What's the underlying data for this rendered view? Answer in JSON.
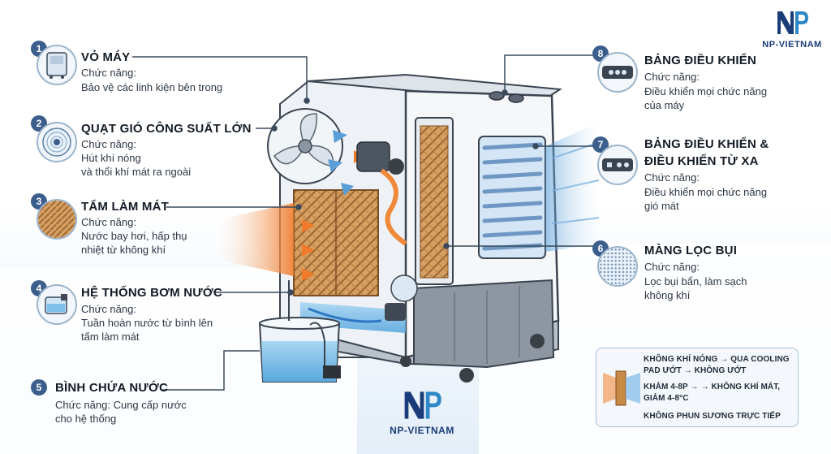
{
  "brand": {
    "logo_text": "NP-VIETNAM"
  },
  "callouts": [
    {
      "num": "1",
      "title": "VỎ MÁY",
      "sub": "Chức năng:",
      "desc": [
        "Bảo vệ các linh kiện bên trong"
      ],
      "icon": "casing-icon"
    },
    {
      "num": "2",
      "title": "QUẠT GIÓ CÔNG SUẤT LỚN",
      "sub": "Chức năng:",
      "desc": [
        "Hút khí nóng",
        "và thổi khí mát ra ngoài"
      ],
      "icon": "fan-icon"
    },
    {
      "num": "3",
      "title": "TẤM LÀM MÁT",
      "sub": "Chức năng:",
      "desc": [
        "Nước bay hơi, hấp thụ",
        "nhiệt từ không khí"
      ],
      "icon": "cooling-pad-icon"
    },
    {
      "num": "4",
      "title": "HỆ THỐNG BƠM NƯỚC",
      "sub": "Chức năng:",
      "desc": [
        "Tuần hoàn nước từ bình lên",
        "tấm làm mát"
      ],
      "icon": "water-pump-icon"
    },
    {
      "num": "5",
      "title": "BÌNH CHỨA NƯỚC",
      "sub": "",
      "desc": [
        "Chức năng: Cung cấp nước",
        "cho hệ thống"
      ],
      "icon": ""
    },
    {
      "num": "6",
      "title": "MÀNG LỌC BỤI",
      "sub": "Chức năng:",
      "desc": [
        "Lọc bụi bẩn, làm sạch",
        "không khí"
      ],
      "icon": "dust-filter-icon"
    },
    {
      "num": "7",
      "title": "BẢNG ĐIỀU KHIỂN &",
      "title2": "ĐIỀU KHIỂN TỪ XA",
      "sub": "Chức năng:",
      "desc": [
        "Điều khiển mọi chức năng",
        "gió mát"
      ],
      "icon": "remote-control-icon"
    },
    {
      "num": "8",
      "title": "BẢNG ĐIỀU KHIỂN",
      "sub": "Chức năng:",
      "desc": [
        "Điều khiển mọi chức năng",
        "của máy"
      ],
      "icon": "control-panel-icon"
    }
  ],
  "info_box": {
    "line1": "KHÔNG KHÍ NÓNG → QUA COOLING",
    "line2": "PAD ƯỚT → KHÔNG ƯỚT",
    "line3": "KHẢM 4-8P → → KHÔNG KHÍ MÁT,",
    "line4": "GIẢM 4-8°C",
    "line5": "KHÔNG PHUN SƯƠNG TRỰC TIẾP"
  },
  "colors": {
    "accent": "#3b5e8c",
    "hot_air": "#f07a2a",
    "cool_air": "#4f9ad6",
    "cooling_pad": "#c98a45",
    "water": "#7dbfe8",
    "brand": "#1a3d7a"
  }
}
